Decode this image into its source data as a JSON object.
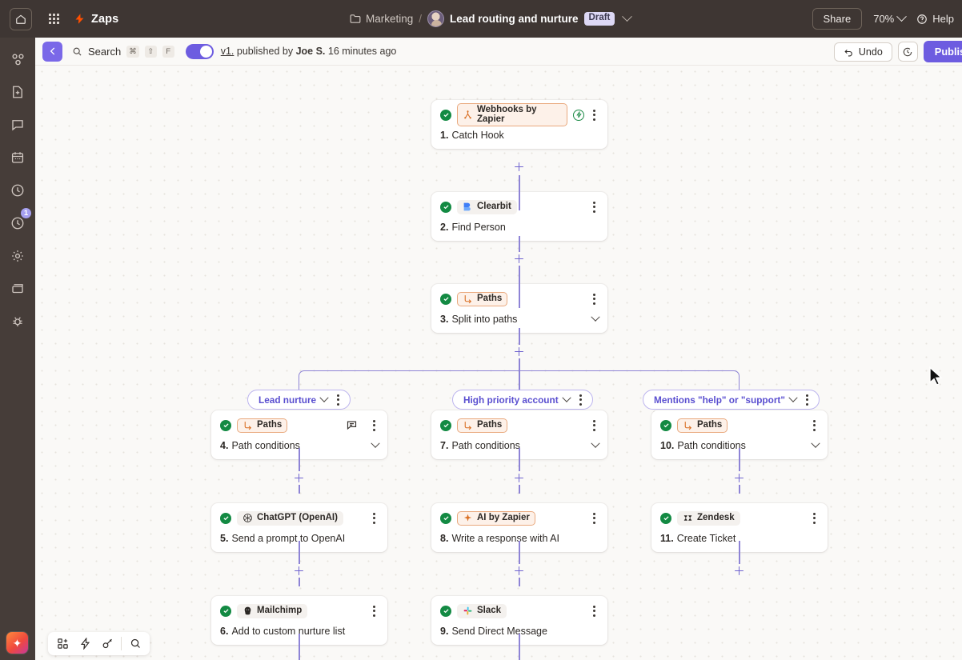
{
  "topbar": {
    "home_icon": "home-icon",
    "apps_icon": "app-grid-icon",
    "brand": "Zaps",
    "brand_icon": "zapier-bolt-icon",
    "breadcrumb_folder": "Marketing",
    "breadcrumb_sep": "/",
    "zap_title": "Lead routing and nurture",
    "status_badge": "Draft",
    "share_label": "Share",
    "zoom_level": "70%",
    "help_label": "Help"
  },
  "rail": {
    "items": [
      {
        "name": "nodes-icon"
      },
      {
        "name": "new-zap-icon"
      },
      {
        "name": "chat-icon"
      },
      {
        "name": "calendar-icon"
      },
      {
        "name": "history-clock-icon"
      },
      {
        "name": "notifications-icon",
        "badge": "1"
      },
      {
        "name": "settings-gear-icon"
      },
      {
        "name": "storage-icon"
      },
      {
        "name": "debug-icon"
      }
    ],
    "ai_button": "ai-assistant-button"
  },
  "subbar": {
    "back_icon": "back-arrow-icon",
    "search_label": "Search",
    "shortcut_keys": [
      "⌘",
      "⇧",
      "F"
    ],
    "version_link": "v1.",
    "published_text": "published by",
    "author": "Joe S.",
    "time_ago": "16 minutes ago",
    "undo_label": "Undo",
    "history_icon": "version-history-icon",
    "publish_label": "Publish"
  },
  "bottom_toolbar": {
    "items": [
      {
        "name": "add-block-icon"
      },
      {
        "name": "zap-bolt-icon"
      },
      {
        "name": "tools-wrench-icon"
      },
      {
        "name": "zoom-search-icon"
      }
    ]
  },
  "flow": {
    "nodes": [
      {
        "id": "n1",
        "app": "Webhooks by Zapier",
        "app_style": "zapier",
        "icon": "webhooks-icon",
        "title_num": "1.",
        "title": "Catch Hook",
        "instant": true,
        "chevron": false,
        "comment": false
      },
      {
        "id": "n2",
        "app": "Clearbit",
        "app_style": "plain",
        "icon": "clearbit-icon",
        "title_num": "2.",
        "title": "Find Person",
        "instant": false,
        "chevron": false,
        "comment": false
      },
      {
        "id": "n3",
        "app": "Paths",
        "app_style": "zapier",
        "icon": "paths-icon",
        "title_num": "3.",
        "title": "Split into paths",
        "instant": false,
        "chevron": true,
        "comment": false
      },
      {
        "id": "n4",
        "app": "Paths",
        "app_style": "zapier",
        "icon": "paths-icon",
        "title_num": "4.",
        "title": "Path conditions",
        "instant": false,
        "chevron": true,
        "comment": true
      },
      {
        "id": "n5",
        "app": "ChatGPT (OpenAI)",
        "app_style": "plain",
        "icon": "openai-icon",
        "title_num": "5.",
        "title": "Send a prompt to OpenAI",
        "instant": false,
        "chevron": false,
        "comment": false
      },
      {
        "id": "n6",
        "app": "Mailchimp",
        "app_style": "plain",
        "icon": "mailchimp-icon",
        "title_num": "6.",
        "title": "Add to custom nurture list",
        "instant": false,
        "chevron": false,
        "comment": false
      },
      {
        "id": "n7",
        "app": "Paths",
        "app_style": "zapier",
        "icon": "paths-icon",
        "title_num": "7.",
        "title": "Path conditions",
        "instant": false,
        "chevron": true,
        "comment": false
      },
      {
        "id": "n8",
        "app": "AI by Zapier",
        "app_style": "zapier",
        "icon": "ai-sparkle-icon",
        "title_num": "8.",
        "title": "Write a response with AI",
        "instant": false,
        "chevron": false,
        "comment": false
      },
      {
        "id": "n9",
        "app": "Slack",
        "app_style": "plain",
        "icon": "slack-icon",
        "title_num": "9.",
        "title": "Send Direct Message",
        "instant": false,
        "chevron": false,
        "comment": false
      },
      {
        "id": "n10",
        "app": "Paths",
        "app_style": "zapier",
        "icon": "paths-icon",
        "title_num": "10.",
        "title": "Path conditions",
        "instant": false,
        "chevron": true,
        "comment": false
      },
      {
        "id": "n11",
        "app": "Zendesk",
        "app_style": "plain",
        "icon": "zendesk-icon",
        "title_num": "11.",
        "title": "Create Ticket",
        "instant": false,
        "chevron": false,
        "comment": false
      }
    ],
    "paths": [
      {
        "id": "p1",
        "label": "Lead nurture"
      },
      {
        "id": "p2",
        "label": "High priority account"
      },
      {
        "id": "p3",
        "label": "Mentions \"help\" or \"support\""
      }
    ]
  },
  "colors": {
    "accent_purple": "#6d5ce0",
    "edge_purple": "#8e84d6",
    "zapier_orange": "#e9a97e",
    "success_green": "#138a43",
    "topbar_brown": "#3e3633",
    "canvas_bg": "#faf9f7"
  }
}
